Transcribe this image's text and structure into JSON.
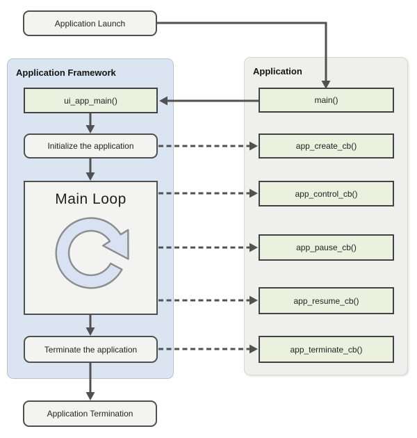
{
  "colors": {
    "panel-blue": "#dbe5f1",
    "panel-blue-border": "#b4c1d6",
    "panel-gray": "#efefed",
    "panel-gray-border": "#d6d6d4",
    "box-gray": "#f3f3f2",
    "box-border": "#4f4f4f",
    "green": "#ebf1de",
    "green-border": "#424242",
    "arrow": "#515151",
    "text": "#222222",
    "loop-fill": "#d9e2f3",
    "loop-stroke": "#8c8c8c"
  },
  "panels": {
    "framework_title": "Application Framework",
    "application_title": "Application"
  },
  "nodes": {
    "app_launch": "Application Launch",
    "ui_app_main": "ui_app_main()",
    "initialize": "Initialize the application",
    "main_loop": "Main Loop",
    "terminate": "Terminate the application",
    "app_termination": "Application Termination",
    "main": "main()"
  },
  "callbacks": [
    {
      "label": "app_create_cb()"
    },
    {
      "label": "app_control_cb()"
    },
    {
      "label": "app_pause_cb()"
    },
    {
      "label": "app_resume_cb()"
    },
    {
      "label": "app_terminate_cb()"
    }
  ]
}
